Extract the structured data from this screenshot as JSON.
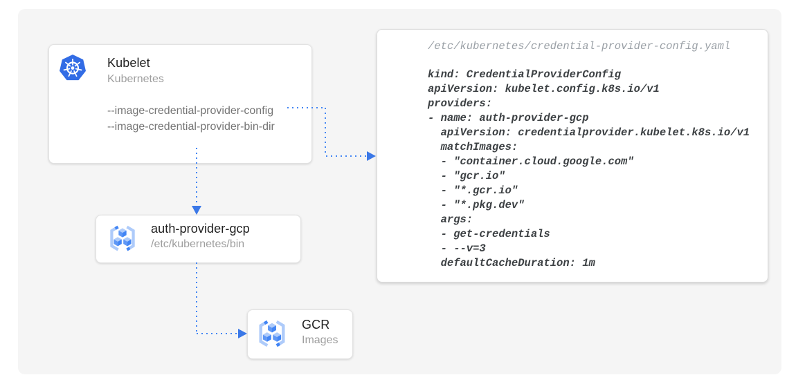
{
  "colors": {
    "accent": "#4285f4",
    "arrow": "#3b78e7",
    "k8s_blue": "#326ce5",
    "bracket": "#aecbfa",
    "cube_top": "#aecbfa",
    "cube_left": "#5e97f6",
    "cube_right": "#4285f4"
  },
  "nodes": {
    "kubelet": {
      "title": "Kubelet",
      "subtitle": "Kubernetes",
      "icon": "kubernetes-helm-icon",
      "flags": {
        "config": "--image-credential-provider-config",
        "bin_dir": "--image-credential-provider-bin-dir"
      }
    },
    "auth_provider": {
      "title": "auth-provider-gcp",
      "subtitle": "/etc/kubernetes/bin",
      "icon": "container-registry-icon"
    },
    "gcr": {
      "title": "GCR",
      "subtitle": "Images",
      "icon": "container-registry-icon"
    }
  },
  "yaml_panel": {
    "filename": "/etc/kubernetes/credential-provider-config.yaml",
    "lines": [
      "kind: CredentialProviderConfig",
      "apiVersion: kubelet.config.k8s.io/v1",
      "providers:",
      "- name: auth-provider-gcp",
      "  apiVersion: credentialprovider.kubelet.k8s.io/v1",
      "  matchImages:",
      "  - \"container.cloud.google.com\"",
      "  - \"gcr.io\"",
      "  - \"*.gcr.io\"",
      "  - \"*.pkg.dev\"",
      "  args:",
      "  - get-credentials",
      "  - --v=3",
      "  defaultCacheDuration: 1m"
    ]
  }
}
